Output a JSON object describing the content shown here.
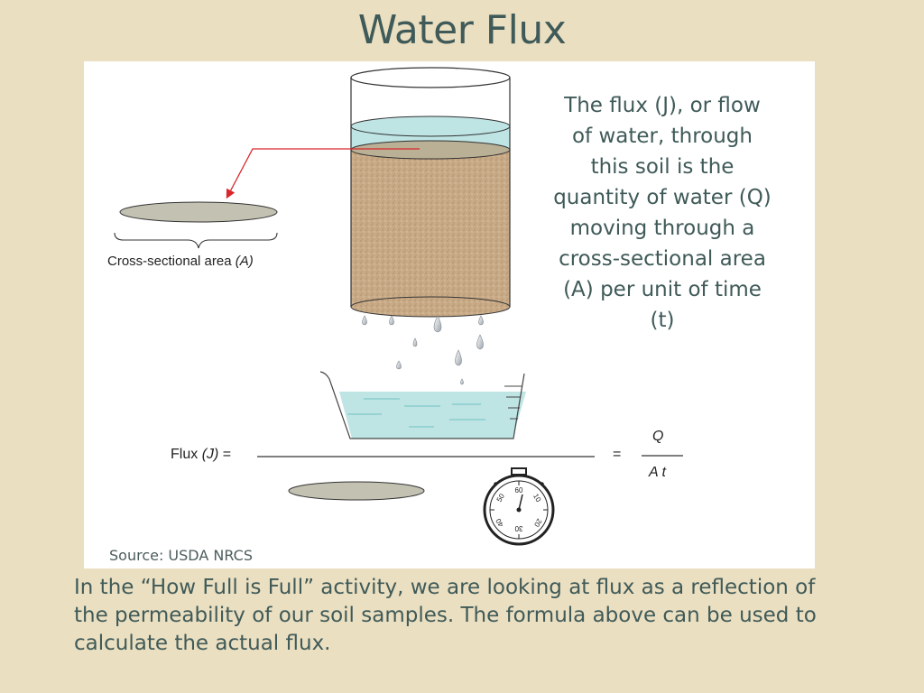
{
  "slide": {
    "title": "Water Flux",
    "explanation": "The flux (J), or flow of water, through this soil is the quantity of water (Q) moving through a cross-sectional area (A) per unit of time (t)",
    "body": "In the “How Full is Full” activity, we are looking at flux as a reflection of the permeability of our soil samples. The formula above can be used to calculate the actual flux."
  },
  "figure": {
    "area_label": "Cross-sectional area",
    "area_symbol": "(A)",
    "flux_label": "Flux",
    "flux_symbol": "(J)",
    "equals": "=",
    "numerator": "Q",
    "denominator": "A t",
    "source": "Source: USDA NRCS",
    "stopwatch_numbers": [
      "60",
      "10",
      "20",
      "30",
      "40",
      "50"
    ]
  },
  "colors": {
    "background": "#ebdfc1",
    "text": "#3f5a58",
    "soil": "#c9aa86",
    "water": "#bfe4e4",
    "arrow": "#d9262a"
  }
}
